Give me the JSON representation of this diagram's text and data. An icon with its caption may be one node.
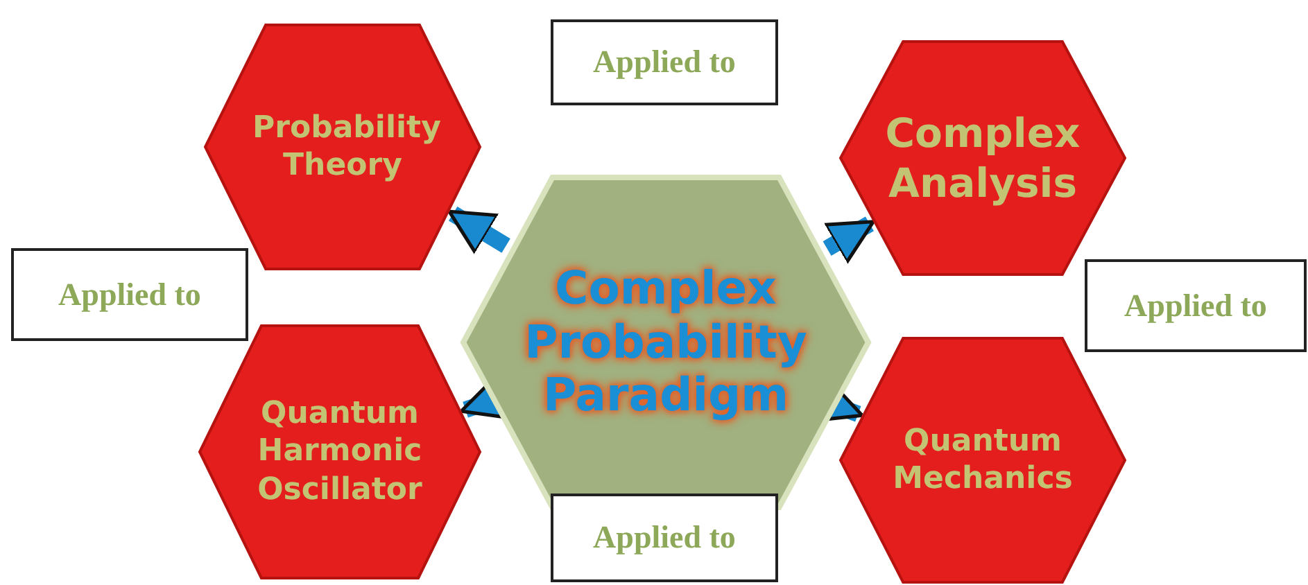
{
  "diagram": {
    "nodes": [
      {
        "text": [
          "Probability Theory"
        ]
      },
      {
        "text": [
          "Applied to"
        ]
      },
      {
        "text": [
          "Complex Analysis"
        ]
      },
      {
        "text": [
          "Applied to"
        ]
      },
      {
        "text": [
          "Complex Probability Paradigm"
        ]
      },
      {
        "text": [
          "Applied to"
        ]
      },
      {
        "text": [
          "Quantum Harmonic Oscillator"
        ]
      },
      {
        "text": [
          "Quantum Mechanics"
        ]
      },
      {
        "text": [
          "Applied to"
        ]
      }
    ],
    "edges": [
      {
        "from": 4,
        "to": 0,
        "arrow": "to"
      },
      {
        "from": 4,
        "to": 2,
        "arrow": "to"
      },
      {
        "from": 4,
        "to": 6,
        "arrow": "to"
      },
      {
        "from": 4,
        "to": 7,
        "arrow": "to"
      }
    ]
  }
}
